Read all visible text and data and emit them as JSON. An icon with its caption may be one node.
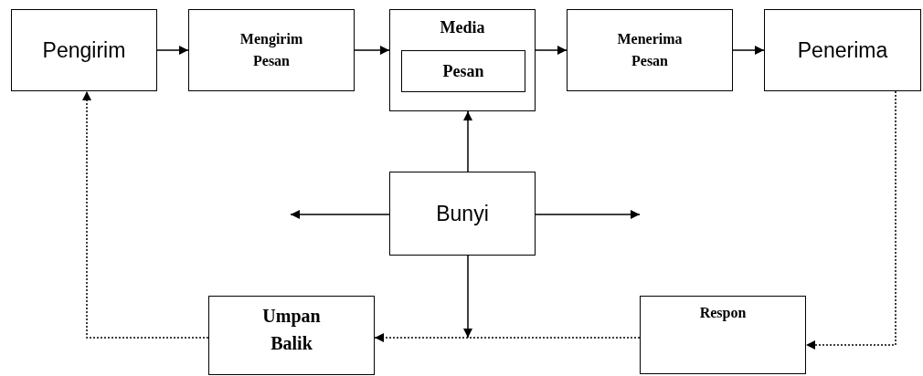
{
  "diagram": {
    "nodes": [
      {
        "text": [
          "Pengirim"
        ]
      },
      {
        "text": [
          "Mengirim Pesan"
        ]
      },
      {
        "text": [
          "Media"
        ]
      },
      {
        "text": [
          "Pesan"
        ],
        "in": 2
      },
      {
        "text": [
          "Menerima Pesan"
        ]
      },
      {
        "text": [
          "Penerima"
        ]
      },
      {
        "text": [
          "Bunyi"
        ]
      },
      {
        "text": [
          "Umpan Balik"
        ]
      },
      {
        "text": [
          "Respon"
        ]
      }
    ],
    "edges": [
      {
        "from": 0,
        "to": 1,
        "arrow": "to"
      },
      {
        "from": 1,
        "to": 2,
        "arrow": "to"
      },
      {
        "from": 2,
        "to": 4,
        "arrow": "to"
      },
      {
        "from": 4,
        "to": 5,
        "arrow": "to"
      },
      {
        "from": 6,
        "to": 2,
        "arrow": "to"
      },
      {
        "from": 6,
        "to": null,
        "arrow": "to"
      },
      {
        "from": 6,
        "to": null,
        "arrow": "to"
      },
      {
        "from": 6,
        "to": null,
        "arrow": "to"
      },
      {
        "from": 5,
        "to": 8,
        "arrow": "to",
        "style": "dashed"
      },
      {
        "from": 8,
        "to": 7,
        "arrow": "to",
        "style": "dashed"
      },
      {
        "from": 7,
        "to": 0,
        "arrow": "to",
        "style": "dashed"
      }
    ]
  }
}
